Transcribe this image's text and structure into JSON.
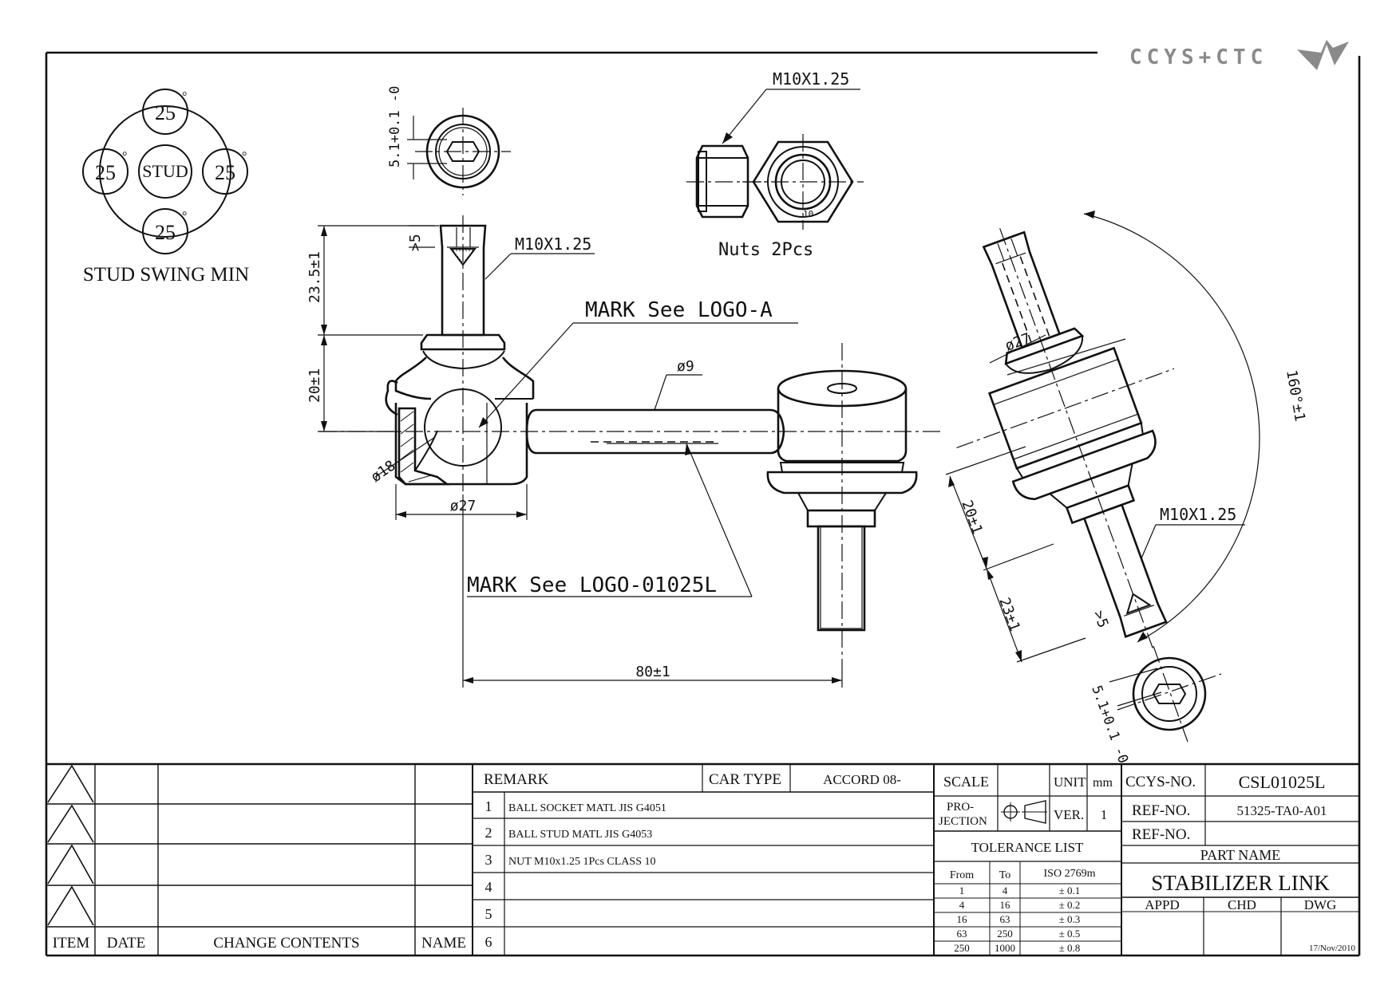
{
  "logo": {
    "text": "CCYS+CTC"
  },
  "swing": {
    "angles": [
      "25",
      "25",
      "25",
      "25"
    ],
    "degree_symbol": "°",
    "center": "STUD",
    "caption": "STUD SWING MIN"
  },
  "drawing": {
    "thread_top": "M10X1.25",
    "thread_nut": "M10X1.25",
    "thread_right": "M10X1.25",
    "nuts": "Nuts 2Pcs",
    "nut_size_mark": "10",
    "mark_logo_a": "MARK See LOGO-A",
    "mark_logo_b": "MARK See LOGO-01025L",
    "dims": {
      "hex_depth": "5.1+0.1 -0",
      "hex_depth_right": "5.1+0.1 -0",
      "thread_len": "23.5±1",
      "socket_h": "20±1",
      "dia18": "ø18",
      "dia27_bottom": "ø27",
      "dia9": "ø9",
      "min5_top": ">5",
      "min5_right": ">5",
      "dia27_right": "ø27",
      "len20_right": "20±1",
      "len23_right": "23±1",
      "angle160": "160°±1",
      "len80": "80±1"
    }
  },
  "revision_table": {
    "headers": [
      "ITEM",
      "DATE",
      "CHANGE CONTENTS",
      "NAME"
    ]
  },
  "remark_table": {
    "remark_label": "REMARK",
    "car_type_label": "CAR TYPE",
    "car_type": "ACCORD 08-",
    "rows": [
      {
        "no": "1",
        "text": "BALL SOCKET MATL JIS G4051"
      },
      {
        "no": "2",
        "text": "BALL STUD MATL JIS G4053"
      },
      {
        "no": "3",
        "text": "NUT M10x1.25 1Pcs CLASS 10"
      },
      {
        "no": "4",
        "text": ""
      },
      {
        "no": "5",
        "text": ""
      },
      {
        "no": "6",
        "text": ""
      }
    ]
  },
  "scale_block": {
    "scale_label": "SCALE",
    "scale_value": "",
    "unit_label": "UNIT",
    "unit_value": "mm",
    "projection_label_1": "PRO-",
    "projection_label_2": "JECTION",
    "ver_label": "VER.",
    "ver_value": "1",
    "tolerance_title": "TOLERANCE LIST",
    "tolerance_headers": [
      "From",
      "To",
      "ISO 2769m"
    ],
    "tolerance_rows": [
      [
        "1",
        "4",
        "± 0.1"
      ],
      [
        "4",
        "16",
        "± 0.2"
      ],
      [
        "16",
        "63",
        "± 0.3"
      ],
      [
        "63",
        "250",
        "± 0.5"
      ],
      [
        "250",
        "1000",
        "± 0.8"
      ]
    ]
  },
  "id_block": {
    "ccys_label": "CCYS-NO.",
    "ccys_value": "CSL01025L",
    "ref1_label": "REF-NO.",
    "ref1_value": "51325-TA0-A01",
    "ref2_label": "REF-NO.",
    "ref2_value": "",
    "part_name_label": "PART NAME",
    "part_name": "STABILIZER LINK",
    "appd_label": "APPD",
    "chd_label": "CHD",
    "dwg_label": "DWG",
    "date": "17/Nov/2010"
  }
}
